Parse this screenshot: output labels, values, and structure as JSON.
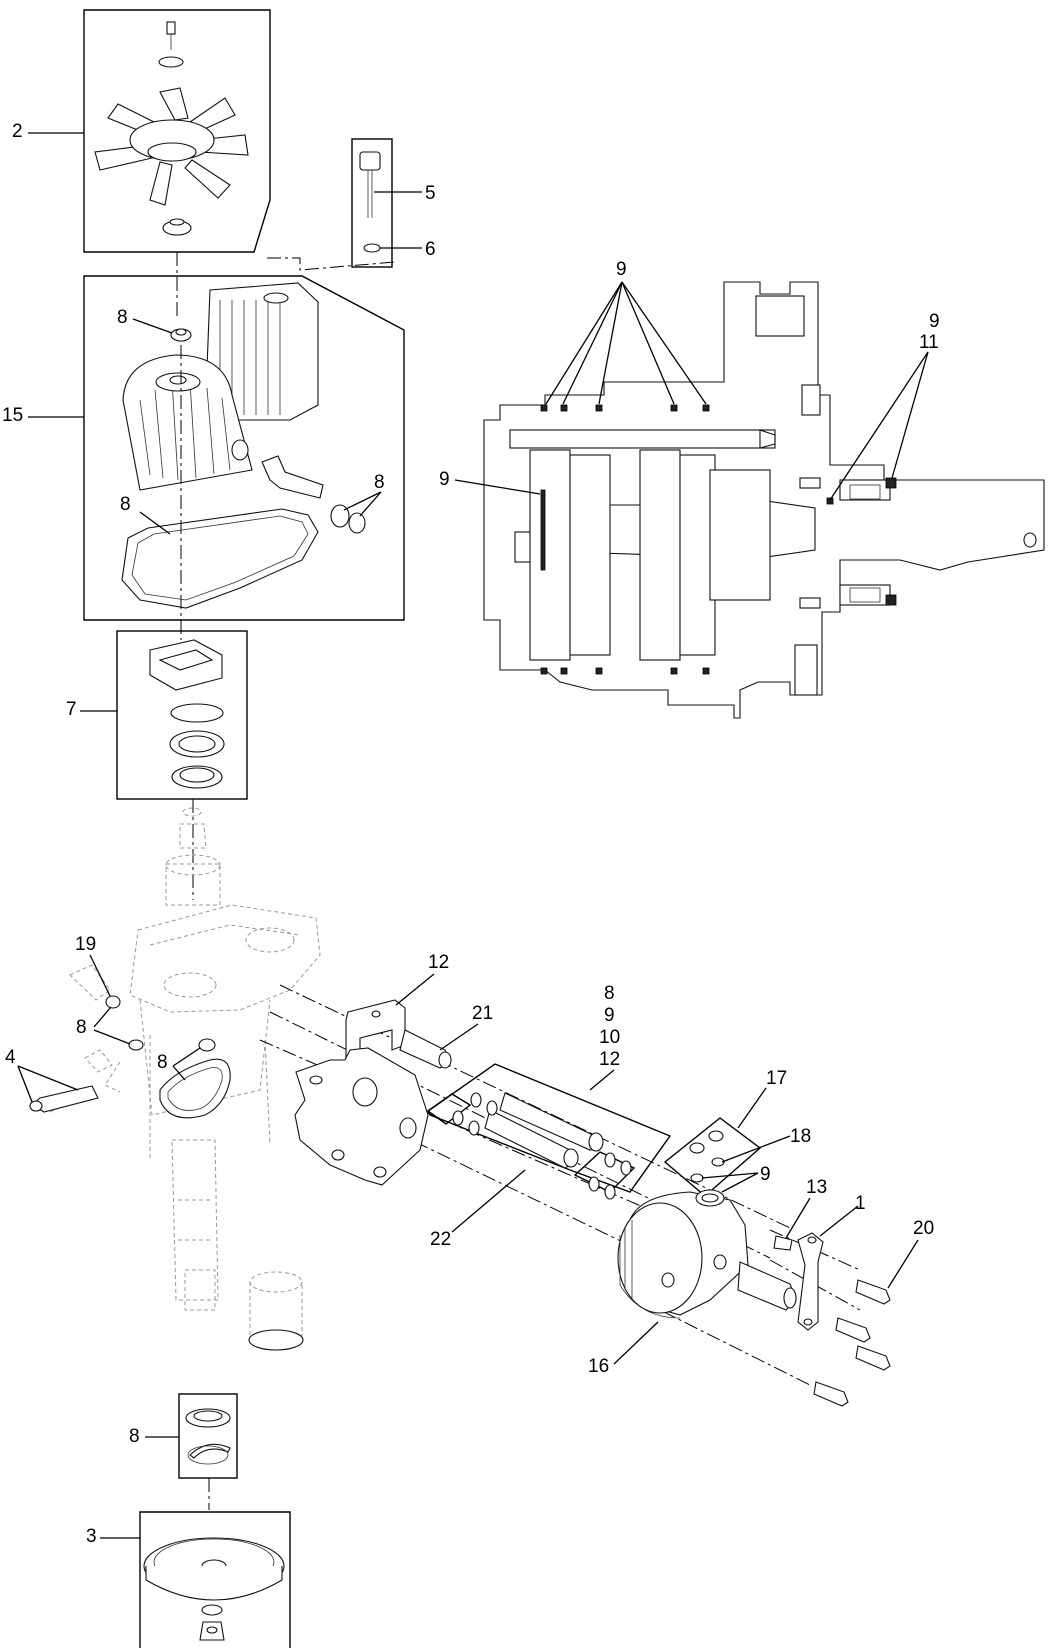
{
  "callouts": {
    "c1": "1",
    "c2": "2",
    "c3": "3",
    "c4": "4",
    "c5": "5",
    "c6": "6",
    "c7": "7",
    "c8_fan_nut": "8",
    "c8_gasket": "8",
    "c8_seal_pair": "8",
    "c8_left_oring": "8",
    "c8_oring_gasket": "8",
    "c8_bearing_kit": "8",
    "c9_top": "9",
    "c9_right": "9",
    "c9_left": "9",
    "c9_valve": "9",
    "c11": "11",
    "c12_bracket": "12",
    "c13": "13",
    "c15": "15",
    "c16": "16",
    "c17": "17",
    "c18": "18",
    "c19": "19",
    "c20": "20",
    "c21": "21",
    "c22": "22",
    "kit_8": "8",
    "kit_9": "9",
    "kit_10": "10",
    "kit_12": "12"
  }
}
